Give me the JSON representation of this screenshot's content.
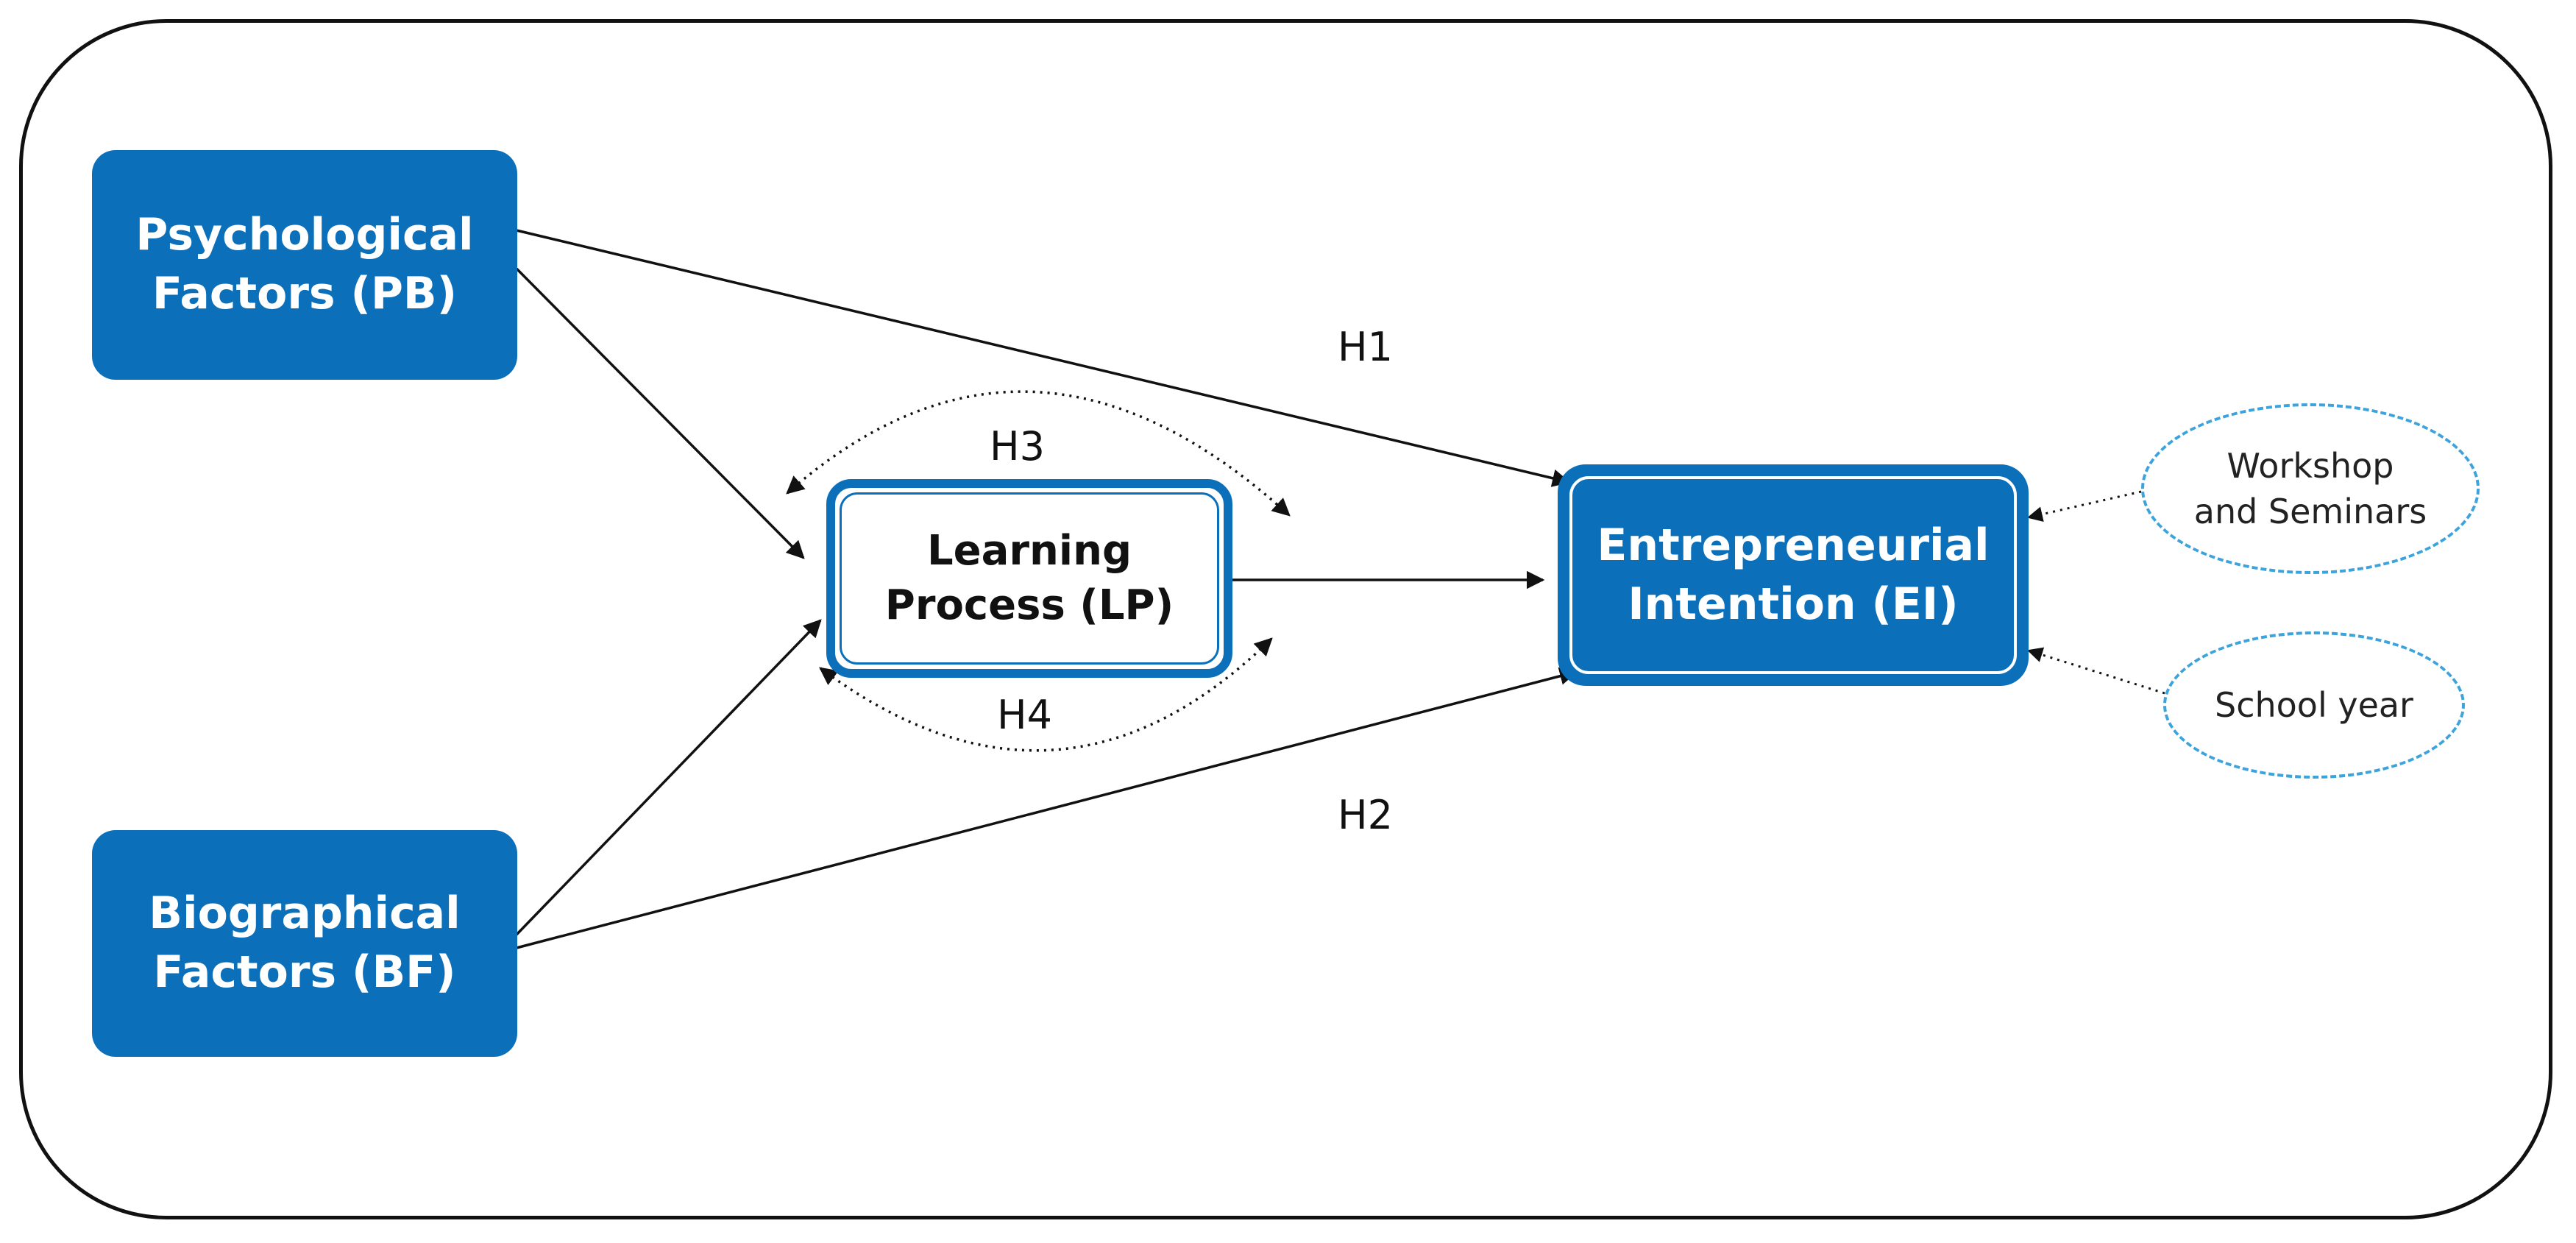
{
  "nodes": {
    "psychological": "Psychological\nFactors (PB)",
    "biographical": "Biographical\nFactors (BF)",
    "learning": "Learning\nProcess (LP)",
    "intention": "Entrepreneurial\nIntention (EI)"
  },
  "controls": {
    "workshops": "Workshop\nand Seminars",
    "school_year": "School year"
  },
  "hypotheses": {
    "h1": "H1",
    "h2": "H2",
    "h3": "H3",
    "h4": "H4"
  },
  "colors": {
    "primary_blue": "#0B6FBA",
    "control_dashed": "#3DA3DC",
    "line": "#111111"
  }
}
